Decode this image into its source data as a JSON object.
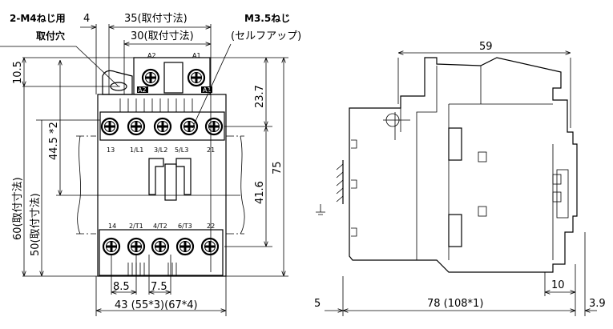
{
  "front_view": {
    "mount_hole_note": [
      "2-M4ねじ用",
      "取付穴"
    ],
    "screw_note": [
      "M3.5ねじ",
      "(セルフアップ)"
    ],
    "coil_terminals": [
      "A2",
      "A1"
    ],
    "top_terminals": [
      "13",
      "1/L1",
      "3/L2",
      "5/L3",
      "21"
    ],
    "bottom_terminals": [
      "14",
      "2/T1",
      "4/T2",
      "6/T3",
      "22"
    ],
    "dimensions": {
      "d4": "4",
      "d35": "35(取付寸法)",
      "d30": "30(取付寸法)",
      "d10_5": "10.5",
      "d44_5": "44.5 *2",
      "d60": "60(取付寸法)",
      "d50": "50(取付寸法)",
      "d23_7": "23.7",
      "d41_6": "41.6",
      "d75": "75",
      "d8_5": "8.5",
      "d7_5": "7.5",
      "d43": "43 (55*3)(67*4)"
    }
  },
  "side_view": {
    "dimensions": {
      "d59": "59",
      "d10": "10",
      "d5": "5",
      "d78": "78 (108*1)",
      "d3_9": "3.9"
    }
  }
}
